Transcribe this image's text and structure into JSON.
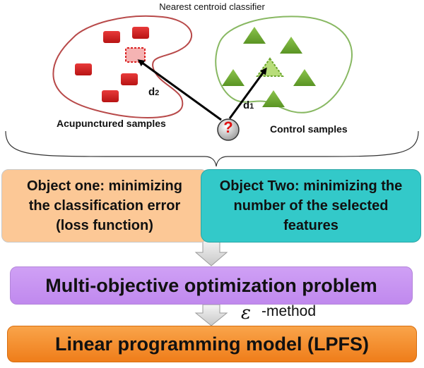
{
  "title": "Nearest centroid classifier",
  "acupunctured_label": "Acupunctured samples",
  "control_label": "Control samples",
  "d2_label": "d",
  "d2_sub": "2",
  "d1_label": "d",
  "d1_sub": "1",
  "unknown_symbol": "?",
  "object_one_lines": [
    "Object one: minimizing",
    "the classification error",
    "(loss function)"
  ],
  "object_two_lines": [
    "Object Two: minimizing the",
    "number of the selected",
    "features"
  ],
  "multi_objective_label": "Multi-objective optimization problem",
  "epsilon_method_label": "-method",
  "linear_programming_label": "Linear programming model (LPFS)",
  "colors": {
    "object_one_box": "#fcc896",
    "object_two_box": "#33c9c9",
    "multi_objective_box": "#c98df2",
    "linear_programming_box": "#f38a26",
    "acupunctured_markers": "#d92020",
    "control_markers": "#6aa52c",
    "acupunctured_outline": "#b84a4a",
    "control_outline": "#88b862"
  }
}
